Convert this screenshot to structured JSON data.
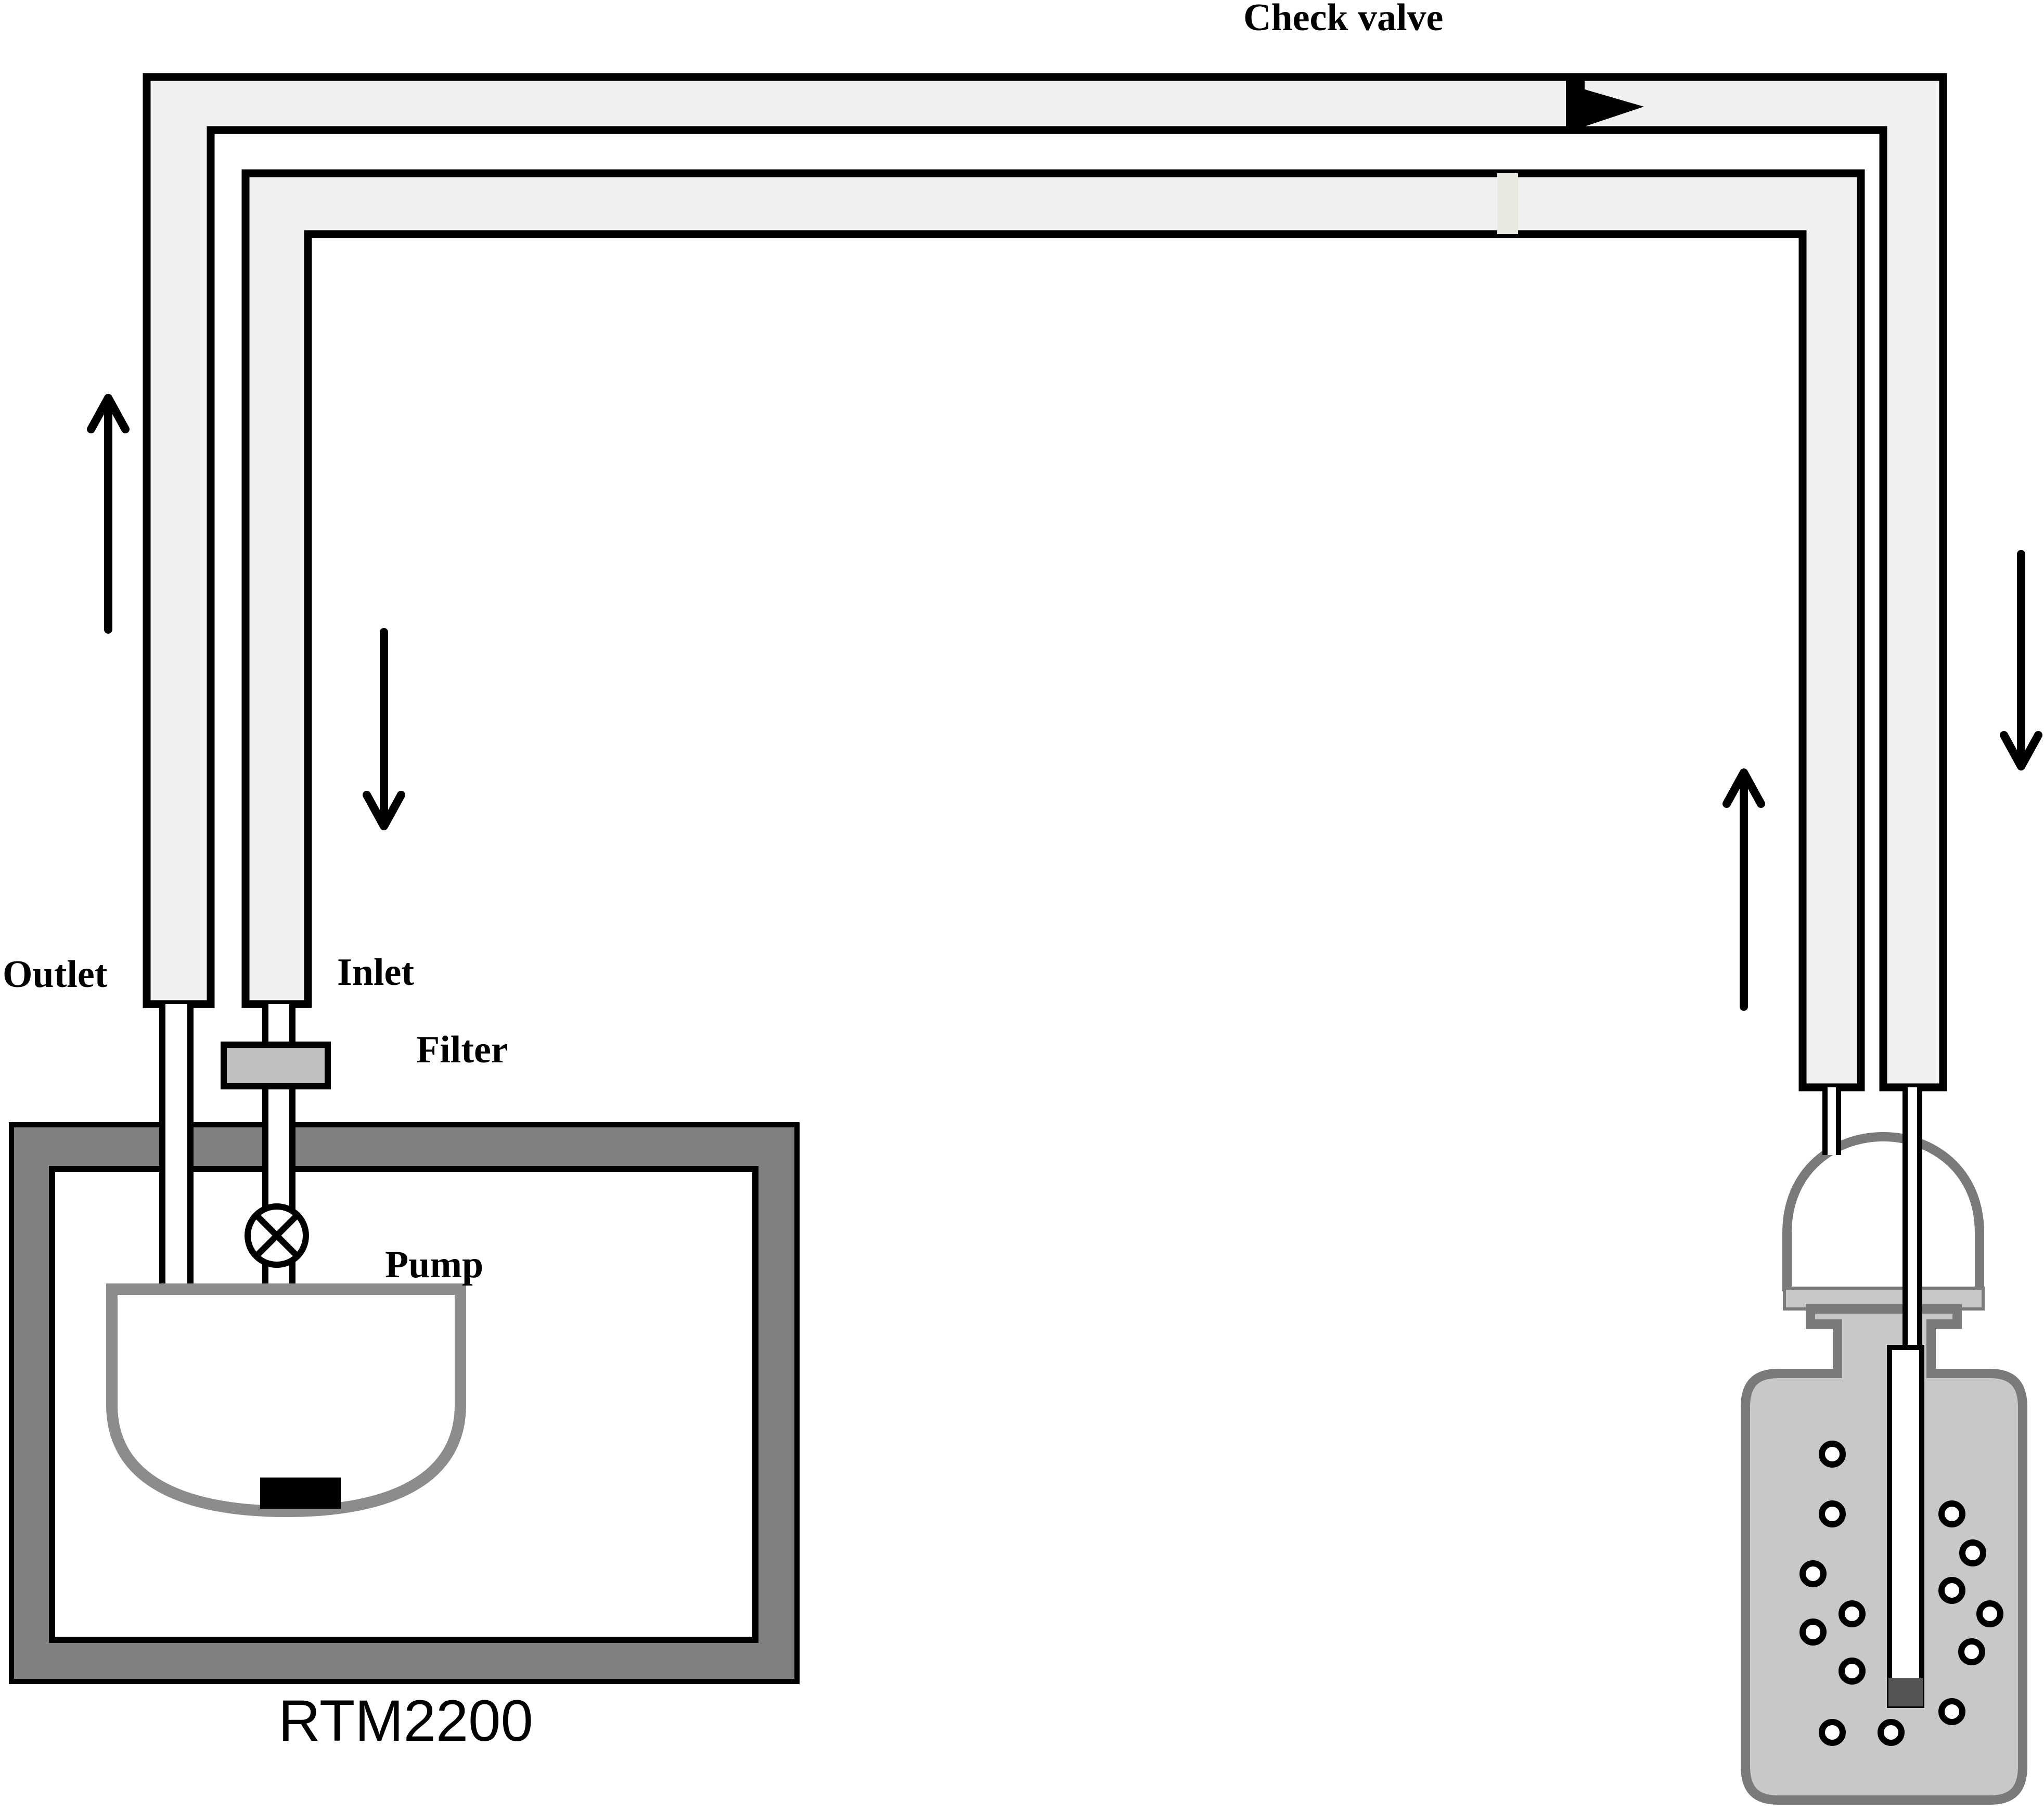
{
  "labels": {
    "check_valve": "Check valve",
    "outlet": "Outlet",
    "inlet": "Inlet",
    "filter": "Filter",
    "pump": "Pump",
    "device": "RTM2200"
  },
  "colors": {
    "tube_fill": "#f0f0f0",
    "stroke": "#000000",
    "housing_gray": "#808080",
    "pump_gray": "#8c8c8c",
    "filter_gray": "#c0c0c0",
    "bottle_fill": "#c8c8c8",
    "bottle_stroke": "#7a7a7a",
    "valve_marker": "#e8e8e0"
  },
  "flow_arrows": [
    {
      "location": "outlet tube",
      "direction": "up"
    },
    {
      "location": "inlet tube",
      "direction": "down"
    },
    {
      "location": "return tube",
      "direction": "up"
    },
    {
      "location": "supply tube",
      "direction": "down"
    }
  ],
  "icons": {
    "valve": "shutoff-valve-icon",
    "check_valve": "check-valve-icon",
    "stir_bar": "stir-bar-icon"
  }
}
